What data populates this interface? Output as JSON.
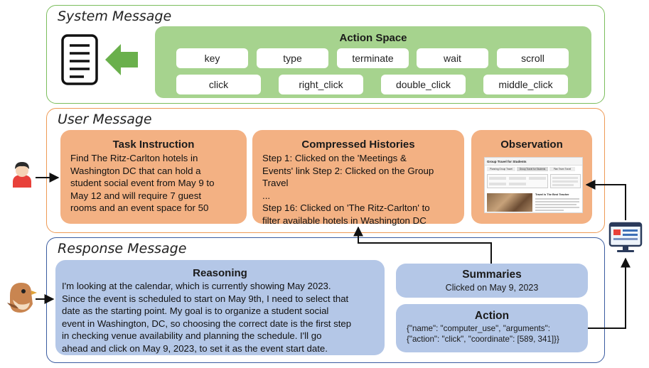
{
  "system": {
    "title": "System Message",
    "action_space": {
      "title": "Action Space",
      "row1": [
        "key",
        "type",
        "terminate",
        "wait",
        "scroll"
      ],
      "row2": [
        "click",
        "right_click",
        "double_click",
        "middle_click"
      ]
    }
  },
  "user": {
    "title": "User Message",
    "task": {
      "title": "Task Instruction",
      "lines": [
        "Find The Ritz-Carlton hotels in",
        "Washington DC that can hold a",
        "student social event from May 9 to",
        "May 12 and will require 7 guest",
        "rooms and an event space for 50"
      ]
    },
    "histories": {
      "title": "Compressed Histories",
      "lines": [
        "Step 1: Clicked on the 'Meetings &",
        "Events' link Step 2: Clicked on the Group",
        "Travel",
        "...",
        "Step 16: Clicked on 'The Ritz-Carlton' to",
        "filter available hotels in Washington DC"
      ]
    },
    "observation": {
      "title": "Observation",
      "screenshot": {
        "heading": "Group Travel for Students",
        "tabs": [
          "Planning Group Travel",
          "Group Travel for Students",
          "Plan Team Travel"
        ],
        "section": "Travel is The Best Teacher"
      }
    }
  },
  "response": {
    "title": "Response Message",
    "reasoning": {
      "title": "Reasoning",
      "lines": [
        "I'm looking at the calendar, which is currently showing May 2023.",
        "Since the event is scheduled to start on May 9th, I need to select that",
        "date as the starting point. My goal is to organize a student social",
        "event in Washington, DC, so choosing the correct date is the first step",
        "in checking venue availability and planning the schedule. I'll go",
        "ahead and click on May 9, 2023, to set it as the event start date."
      ]
    },
    "summaries": {
      "title": "Summaries",
      "text": "Clicked on May 9, 2023"
    },
    "action": {
      "title": "Action",
      "lines": [
        "{\"name\": \"computer_use\", \"arguments\":",
        "{\"action\": \"click\", \"coordinate\": [589, 341]}}"
      ]
    }
  },
  "colors": {
    "system_border": "#7bbd5c",
    "action_space_fill": "#a6d38e",
    "arrow_green": "#6ab04c",
    "user_border": "#ee9a55",
    "user_card_fill": "#f3b183",
    "response_border": "#3a5ba0",
    "response_card_fill": "#b4c7e7"
  }
}
